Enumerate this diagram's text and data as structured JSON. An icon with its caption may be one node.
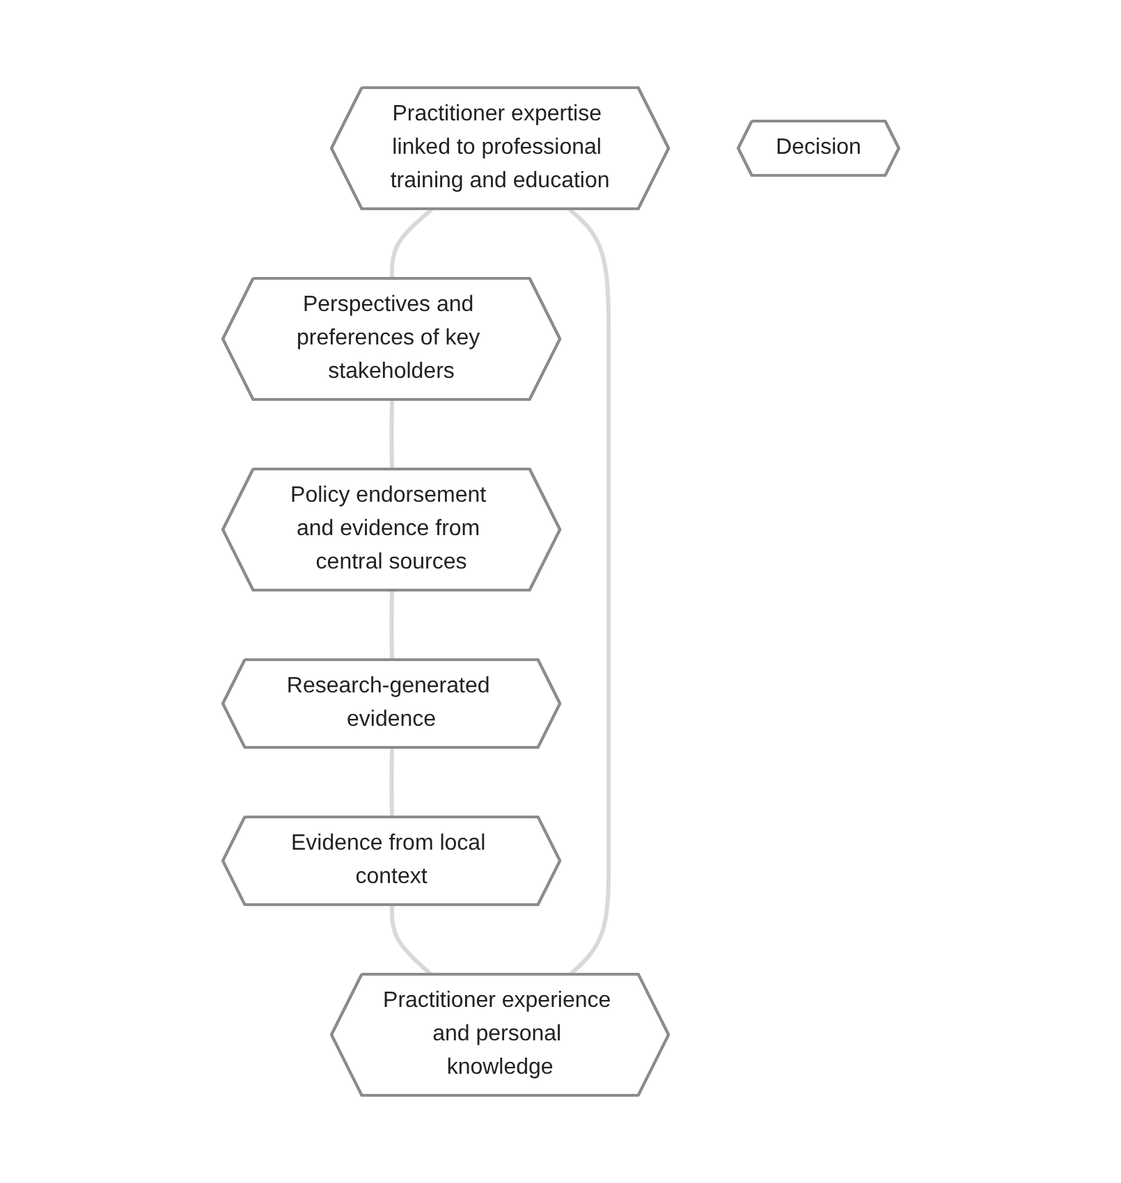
{
  "diagram": {
    "nodes": [
      {
        "text": [
          "Practitioner expertise linked to professional training and education"
        ]
      },
      {
        "text": [
          "Practitioner experience and personal knowledge"
        ]
      },
      {
        "text": [
          "Perspectives and preferences of key stakeholders"
        ]
      },
      {
        "text": [
          "Decision"
        ]
      },
      {
        "text": [
          "Policy endorsement and evidence from central sources"
        ]
      },
      {
        "text": [
          "Evidence from local context"
        ]
      },
      {
        "text": [
          "Research-generated evidence"
        ]
      }
    ],
    "edges": [
      {
        "from": 1,
        "to": 0,
        "arrow": "none"
      },
      {
        "from": 0,
        "to": 2,
        "arrow": "none"
      },
      {
        "from": 2,
        "to": 4,
        "arrow": "none"
      },
      {
        "from": 4,
        "to": 6,
        "arrow": "none"
      },
      {
        "from": 6,
        "to": 5,
        "arrow": "none"
      },
      {
        "from": 5,
        "to": 1,
        "arrow": "none"
      }
    ]
  }
}
